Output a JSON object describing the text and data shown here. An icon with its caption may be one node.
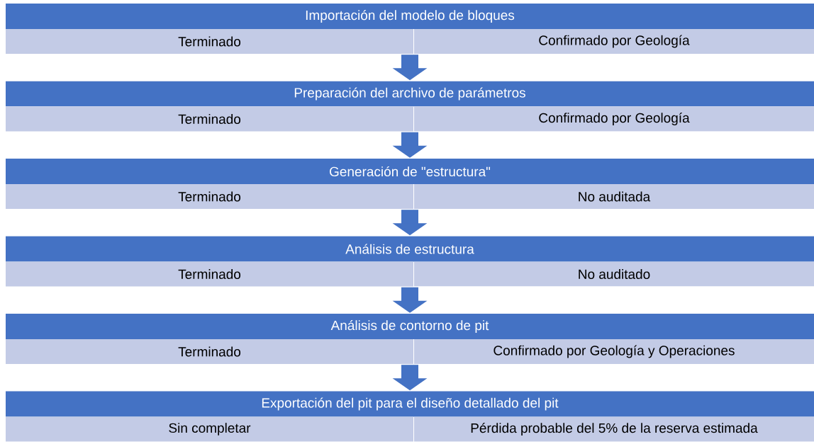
{
  "diagram": {
    "nodes": [
      {
        "text": [
          "Importación del modelo de bloques",
          "Terminado",
          "Confirmado por Geología"
        ]
      },
      {
        "text": [
          "Preparación del archivo de parámetros",
          "Terminado",
          "Confirmado por Geología"
        ]
      },
      {
        "text": [
          "Generación de \"estructura\"",
          "Terminado",
          "No auditada"
        ]
      },
      {
        "text": [
          "Análisis de estructura",
          "Terminado",
          "No auditado"
        ]
      },
      {
        "text": [
          "Análisis de contorno de pit",
          "Terminado",
          "Confirmado por Geología y Operaciones"
        ]
      },
      {
        "text": [
          "Exportación del pit para el diseño detallado del pit",
          "Sin completar",
          "Pérdida probable del 5% de la reserva estimada"
        ]
      }
    ],
    "edges": [
      {
        "from": 0,
        "to": 1,
        "arrow": "to"
      },
      {
        "from": 1,
        "to": 2,
        "arrow": "to"
      },
      {
        "from": 2,
        "to": 3,
        "arrow": "to"
      },
      {
        "from": 3,
        "to": 4,
        "arrow": "to"
      },
      {
        "from": 4,
        "to": 5,
        "arrow": "to"
      }
    ]
  }
}
